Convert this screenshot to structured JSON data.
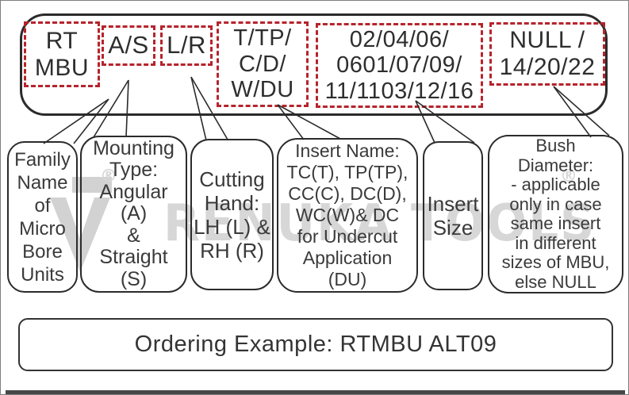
{
  "top_bar": {
    "segments": [
      "RT\nMBU",
      "A/S",
      "L/R",
      "T/TP/\nC/D/\nW/DU",
      "02/04/06/\n0601/07/09/\n11/1103/12/16",
      "NULL /\n14/20/22"
    ]
  },
  "callouts": [
    "Family\nName\nof\nMicro\nBore\nUnits",
    "Mounting\nType:\nAngular\n(A)\n&\nStraight\n(S)",
    "Cutting\nHand:\nLH (L) &\nRH (R)",
    "Insert Name:\nTC(T), TP(TP),\nCC(C), DC(D),\nWC(W)& DC\nfor Undercut\nApplication\n(DU)",
    "Insert\nSize",
    "Bush\nDiameter:\n- applicable\nonly in case\nsame insert\nin different\nsizes of MBU,\nelse NULL"
  ],
  "ordering_example": "Ordering Example: RTMBU ALT09",
  "watermark": {
    "brand": "RENUKA TOOLS",
    "registered_mark": "®"
  },
  "colors": {
    "dashed-box": "#b6242c",
    "line": "#2b2b2b",
    "text": "#3a3a3a",
    "watermark": "#d7d7d7",
    "page-border": "#7e7e7e",
    "bottom-strip": "#474747"
  }
}
